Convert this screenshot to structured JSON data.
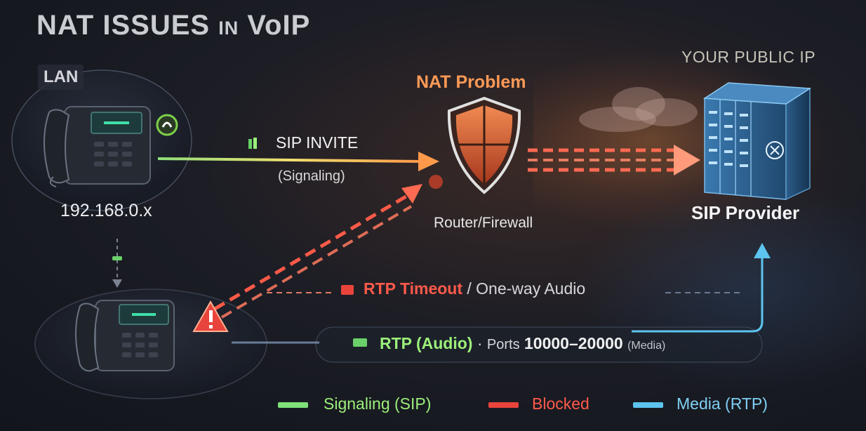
{
  "title": {
    "main": "NAT ISSUES",
    "small": "IN",
    "end": "VoIP"
  },
  "lan": {
    "label": "LAN",
    "ip": "192.168.0.x"
  },
  "signaling_flow": {
    "label": "SIP INVITE",
    "sublabel": "(Signaling)"
  },
  "nat": {
    "heading": "NAT Problem",
    "device": "Router/Firewall"
  },
  "provider": {
    "public_label": "YOUR PUBLIC IP",
    "name": "SIP Provider"
  },
  "rtp_timeout": {
    "label": "RTP Timeout",
    "rest": "/ One-way Audio"
  },
  "rtp_audio": {
    "label": "RTP (Audio)",
    "dot": "·",
    "ports": "Ports",
    "range": "10000–20000",
    "media": "(Media)"
  },
  "legend": [
    {
      "label": "Signaling (SIP)",
      "color": "#7fe07a"
    },
    {
      "label": "Blocked",
      "color": "#e8443c"
    },
    {
      "label": "Media (RTP)",
      "color": "#5cc4ee"
    }
  ],
  "colors": {
    "accent_orange": "#ff9a56",
    "blocked_red": "#ff5a4a",
    "rtp_green": "#9cf07a",
    "media_blue": "#5cc4ee"
  },
  "icons": [
    "desk-phone-icon",
    "chat-bubble-icon",
    "shield-icon",
    "server-rack-icon",
    "warning-icon",
    "cloud-icon"
  ]
}
